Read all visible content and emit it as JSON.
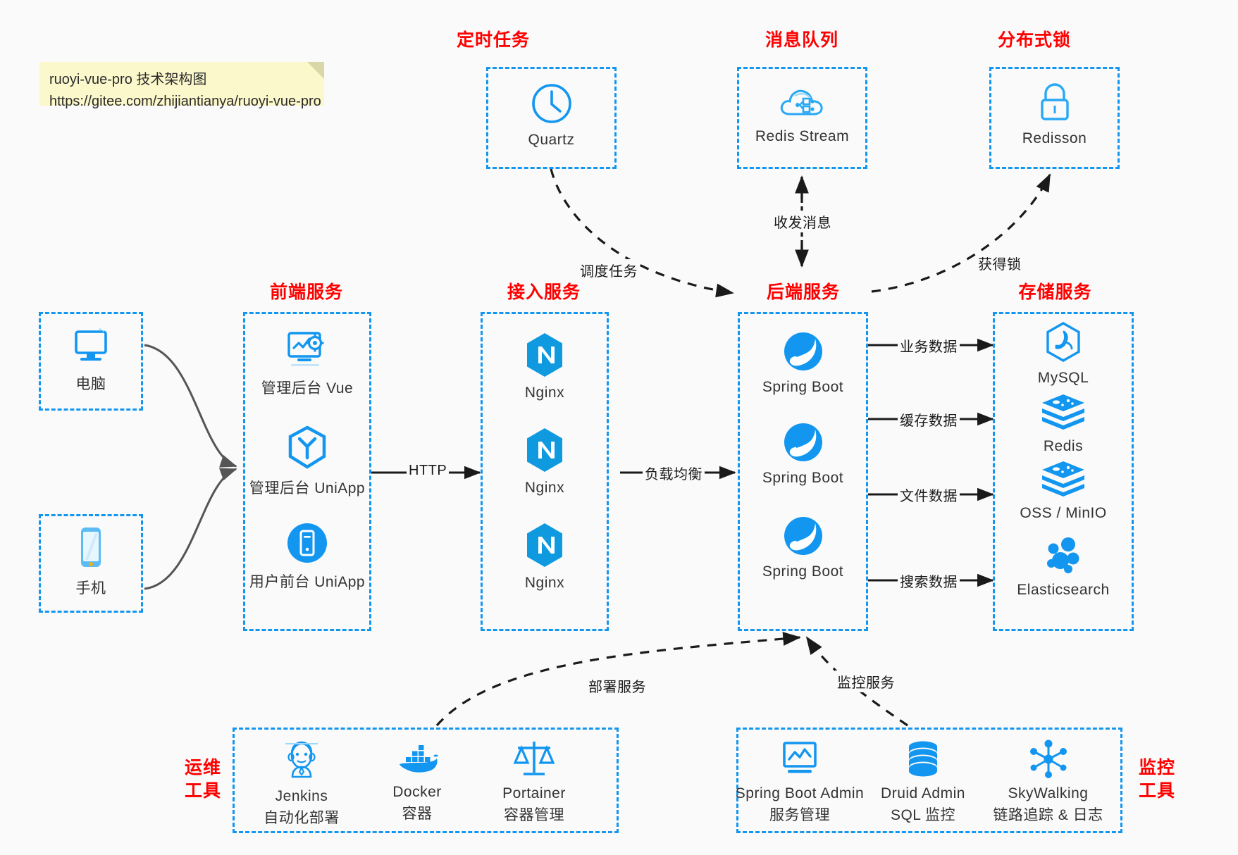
{
  "note": {
    "line1": "ruoyi-vue-pro 技术架构图",
    "line2": "https://gitee.com/zhijiantianya/ruoyi-vue-pro"
  },
  "colors": {
    "group_border": "#1296f0",
    "group_title": "#ff0000",
    "icon_blue": "#1296f0",
    "background": "#fafafa",
    "edge": "#1a1a1a",
    "note_bg": "#fbf8cc"
  },
  "groups": {
    "scheduled_task": {
      "title": "定时任务",
      "nodes": [
        {
          "label": "Quartz",
          "icon": "clock-icon"
        }
      ]
    },
    "message_queue": {
      "title": "消息队列",
      "nodes": [
        {
          "label": "Redis Stream",
          "icon": "cloud-stream-icon"
        }
      ]
    },
    "distributed_lock": {
      "title": "分布式锁",
      "nodes": [
        {
          "label": "Redisson",
          "icon": "lock-icon"
        }
      ]
    },
    "clients": {
      "nodes": [
        {
          "label": "电脑",
          "icon": "desktop-monitor-icon"
        },
        {
          "label": "手机",
          "icon": "mobile-phone-icon"
        }
      ]
    },
    "frontend": {
      "title": "前端服务",
      "nodes": [
        {
          "label": "管理后台 Vue",
          "icon": "dashboard-gear-icon"
        },
        {
          "label": "管理后台 UniApp",
          "icon": "cube-hexagon-icon"
        },
        {
          "label": "用户前台 UniApp",
          "icon": "mobile-circle-icon"
        }
      ]
    },
    "gateway": {
      "title": "接入服务",
      "nodes": [
        {
          "label": "Nginx",
          "icon": "nginx-icon"
        },
        {
          "label": "Nginx",
          "icon": "nginx-icon"
        },
        {
          "label": "Nginx",
          "icon": "nginx-icon"
        }
      ]
    },
    "backend": {
      "title": "后端服务",
      "nodes": [
        {
          "label": "Spring Boot",
          "icon": "spring-boot-icon"
        },
        {
          "label": "Spring Boot",
          "icon": "spring-boot-icon"
        },
        {
          "label": "Spring Boot",
          "icon": "spring-boot-icon"
        }
      ]
    },
    "storage": {
      "title": "存储服务",
      "nodes": [
        {
          "label": "MySQL",
          "icon": "mysql-dolphin-icon"
        },
        {
          "label": "Redis",
          "icon": "redis-stack-icon"
        },
        {
          "label": "OSS / MinIO",
          "icon": "redis-stack-icon"
        },
        {
          "label": "Elasticsearch",
          "icon": "elasticsearch-icon"
        }
      ]
    },
    "devops": {
      "title_line1": "运维",
      "title_line2": "工具",
      "nodes": [
        {
          "label": "Jenkins",
          "sub": "自动化部署",
          "icon": "jenkins-butler-icon"
        },
        {
          "label": "Docker",
          "sub": "容器",
          "icon": "docker-whale-icon"
        },
        {
          "label": "Portainer",
          "sub": "容器管理",
          "icon": "scales-balance-icon"
        }
      ]
    },
    "monitoring": {
      "title_line1": "监控",
      "title_line2": "工具",
      "nodes": [
        {
          "label": "Spring Boot Admin",
          "sub": "服务管理",
          "icon": "monitor-chart-icon"
        },
        {
          "label": "Druid Admin",
          "sub": "SQL 监控",
          "icon": "database-cylinder-icon"
        },
        {
          "label": "SkyWalking",
          "sub": "链路追踪 & 日志",
          "icon": "skywalking-node-icon"
        }
      ]
    }
  },
  "edges": [
    {
      "label": "调度任务",
      "from": "定时任务",
      "to": "后端服务",
      "style": "dashed"
    },
    {
      "label": "收发消息",
      "from": "后端服务",
      "to": "消息队列",
      "style": "dashed",
      "direction": "bidirectional"
    },
    {
      "label": "获得锁",
      "from": "后端服务",
      "to": "分布式锁",
      "style": "dashed"
    },
    {
      "label": "HTTP",
      "from": "前端服务",
      "to": "接入服务",
      "style": "solid"
    },
    {
      "label": "负载均衡",
      "from": "接入服务",
      "to": "后端服务",
      "style": "solid"
    },
    {
      "label": "业务数据",
      "from": "后端服务",
      "to": "MySQL",
      "style": "solid"
    },
    {
      "label": "缓存数据",
      "from": "后端服务",
      "to": "Redis",
      "style": "solid"
    },
    {
      "label": "文件数据",
      "from": "后端服务",
      "to": "OSS / MinIO",
      "style": "solid"
    },
    {
      "label": "搜索数据",
      "from": "后端服务",
      "to": "Elasticsearch",
      "style": "solid"
    },
    {
      "label": "部署服务",
      "from": "运维工具",
      "to": "后端服务",
      "style": "dashed"
    },
    {
      "label": "监控服务",
      "from": "监控工具",
      "to": "后端服务",
      "style": "dashed"
    }
  ]
}
